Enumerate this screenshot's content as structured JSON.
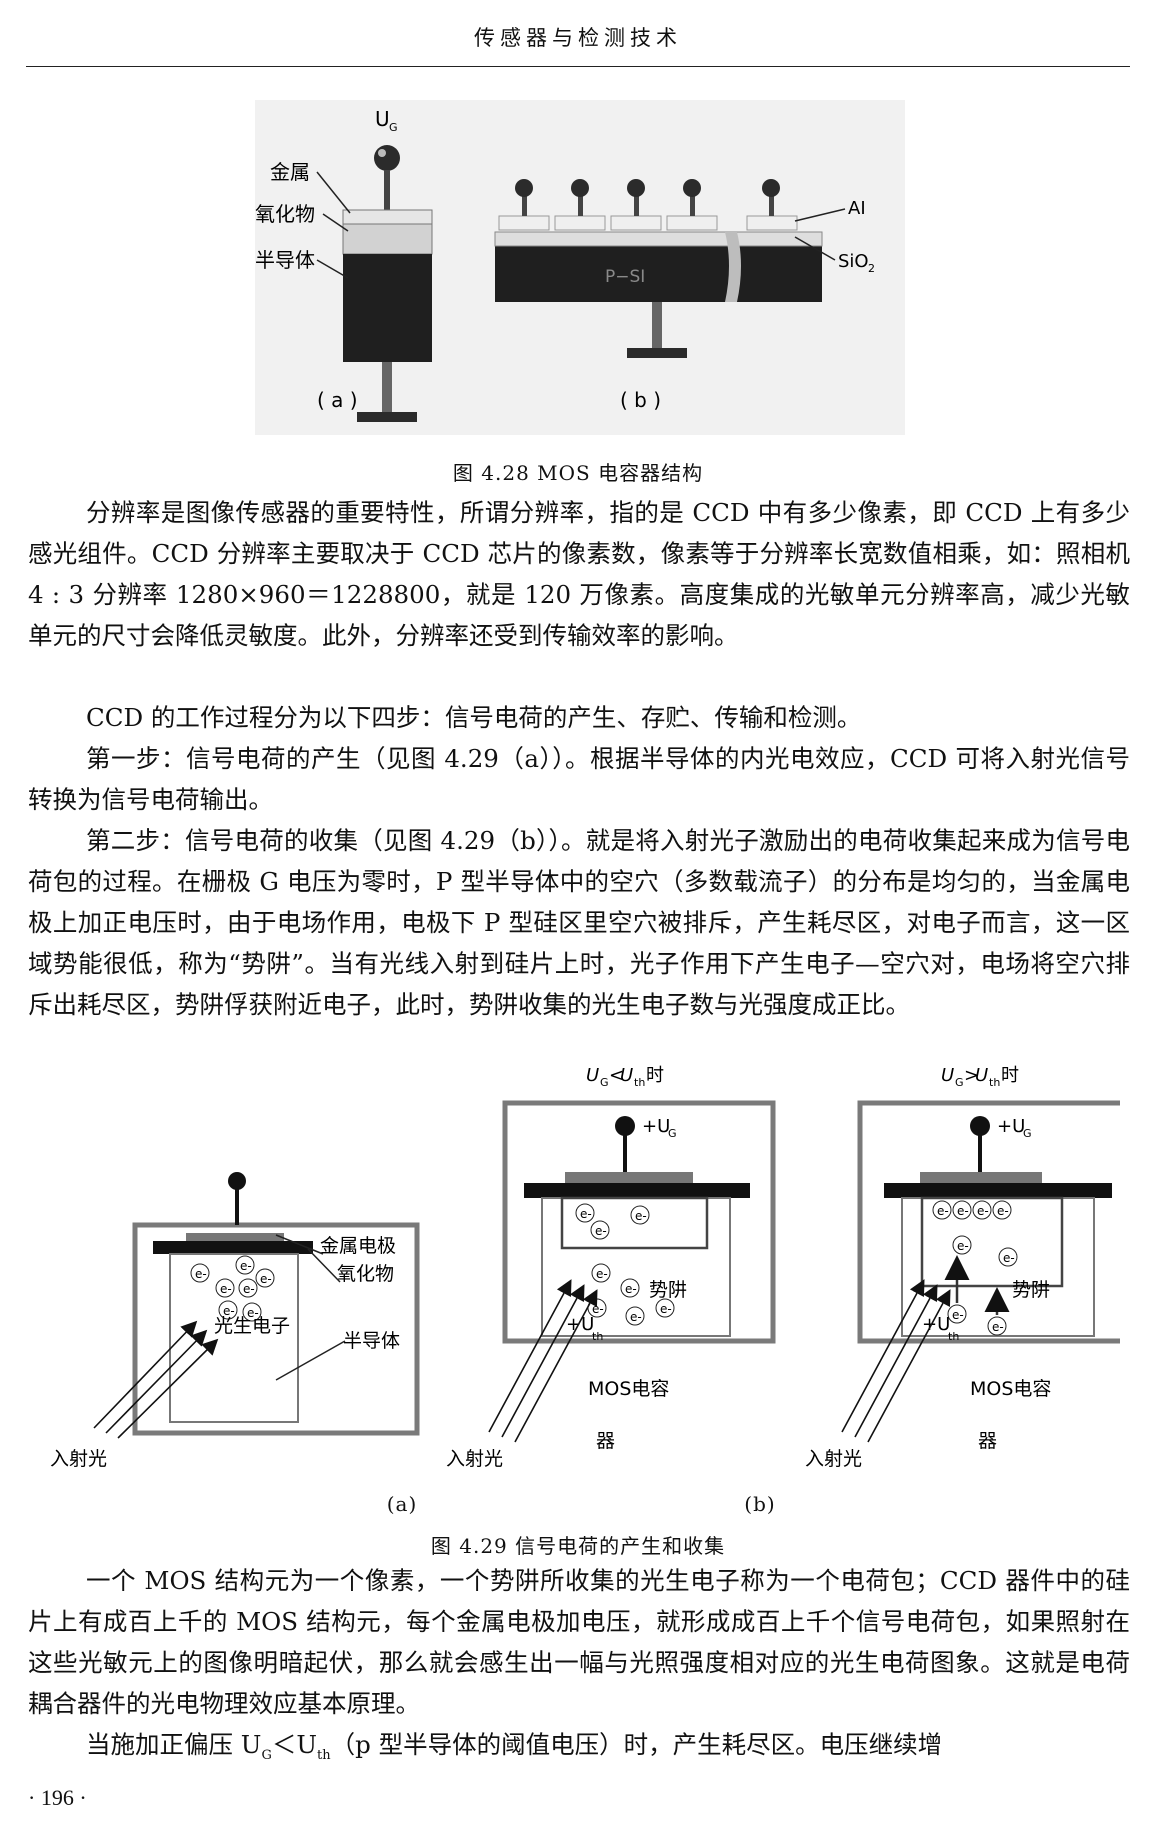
{
  "header": {
    "title": "传感器与检测技术"
  },
  "fig428": {
    "ug_label": "U",
    "ug_sub": "G",
    "label_metal": "金属",
    "label_oxide": "氧化物",
    "label_semi": "半导体",
    "label_al": "AI",
    "label_sio2": "SiO",
    "label_sio2_sub": "2",
    "label_psi": "P−SI",
    "sub_a": "( a )",
    "sub_b": "( b )",
    "caption": "图 4.28  MOS 电容器结构"
  },
  "para1": "分辨率是图像传感器的重要特性，所谓分辨率，指的是 CCD 中有多少像素，即 CCD 上有多少感光组件。CCD 分辨率主要取决于 CCD 芯片的像素数，像素等于分辨率长宽数值相乘，如：照相机 4 : 3 分辨率 1280×960＝1228800，就是 120 万像素。高度集成的光敏单元分辨率高，减少光敏单元的尺寸会降低灵敏度。此外，分辨率还受到传输效率的影响。",
  "para2": "CCD 的工作过程分为以下四步：信号电荷的产生、存贮、传输和检测。",
  "para3": "第一步：信号电荷的产生（见图 4.29（a））。根据半导体的内光电效应，CCD 可将入射光信号转换为信号电荷输出。",
  "para4": "第二步：信号电荷的收集（见图 4.29（b））。就是将入射光子激励出的电荷收集起来成为信号电荷包的过程。在栅极 G 电压为零时，P 型半导体中的空穴（多数载流子）的分布是均匀的，当金属电极上加正电压时，由于电场作用，电极下 P 型硅区里空穴被排斥，产生耗尽区，对电子而言，这一区域势能很低，称为“势阱”。当有光线入射到硅片上时，光子作用下产生电子—空穴对，电场将空穴排斥出耗尽区，势阱俘获附近电子，此时，势阱收集的光生电子数与光强度成正比。",
  "fig429": {
    "title_mid_u": "U",
    "title_mid_g": "G",
    "title_mid_lt": "<",
    "title_mid_u2": "U",
    "title_mid_th": "th",
    "title_mid_shi": "时",
    "title_right_gt": ">",
    "plus_u": "+U",
    "plus_u_sub": "G",
    "label_electrode": "金属电极",
    "label_oxide": "氧化物",
    "label_semi": "半导体",
    "label_photoelectron": "光生电子",
    "label_incident": "入射光",
    "label_well": "势阱",
    "label_uth": "+U",
    "label_uth_sub": "th",
    "label_mos1": "MOS电容",
    "label_mos2": "器",
    "electron": "e-",
    "sub_a": "(a)",
    "sub_b": "(b)",
    "caption": "图 4.29  信号电荷的产生和收集"
  },
  "para5": "一个 MOS 结构元为一个像素，一个势阱所收集的光生电子称为一个电荷包；CCD 器件中的硅片上有成百上千的 MOS 结构元，每个金属电极加电压，就形成成百上千个信号电荷包，如果照射在这些光敏元上的图像明暗起伏，那么就会感生出一幅与光照强度相对应的光生电荷图象。这就是电荷耦合器件的光电物理效应基本原理。",
  "para6_pre": "当施加正偏压 U",
  "para6_g": "G",
  "para6_lt": "＜U",
  "para6_th": "th",
  "para6_post": "（p 型半导体的阈值电压）时，产生耗尽区。电压继续增",
  "page_number": "· 196 ·"
}
